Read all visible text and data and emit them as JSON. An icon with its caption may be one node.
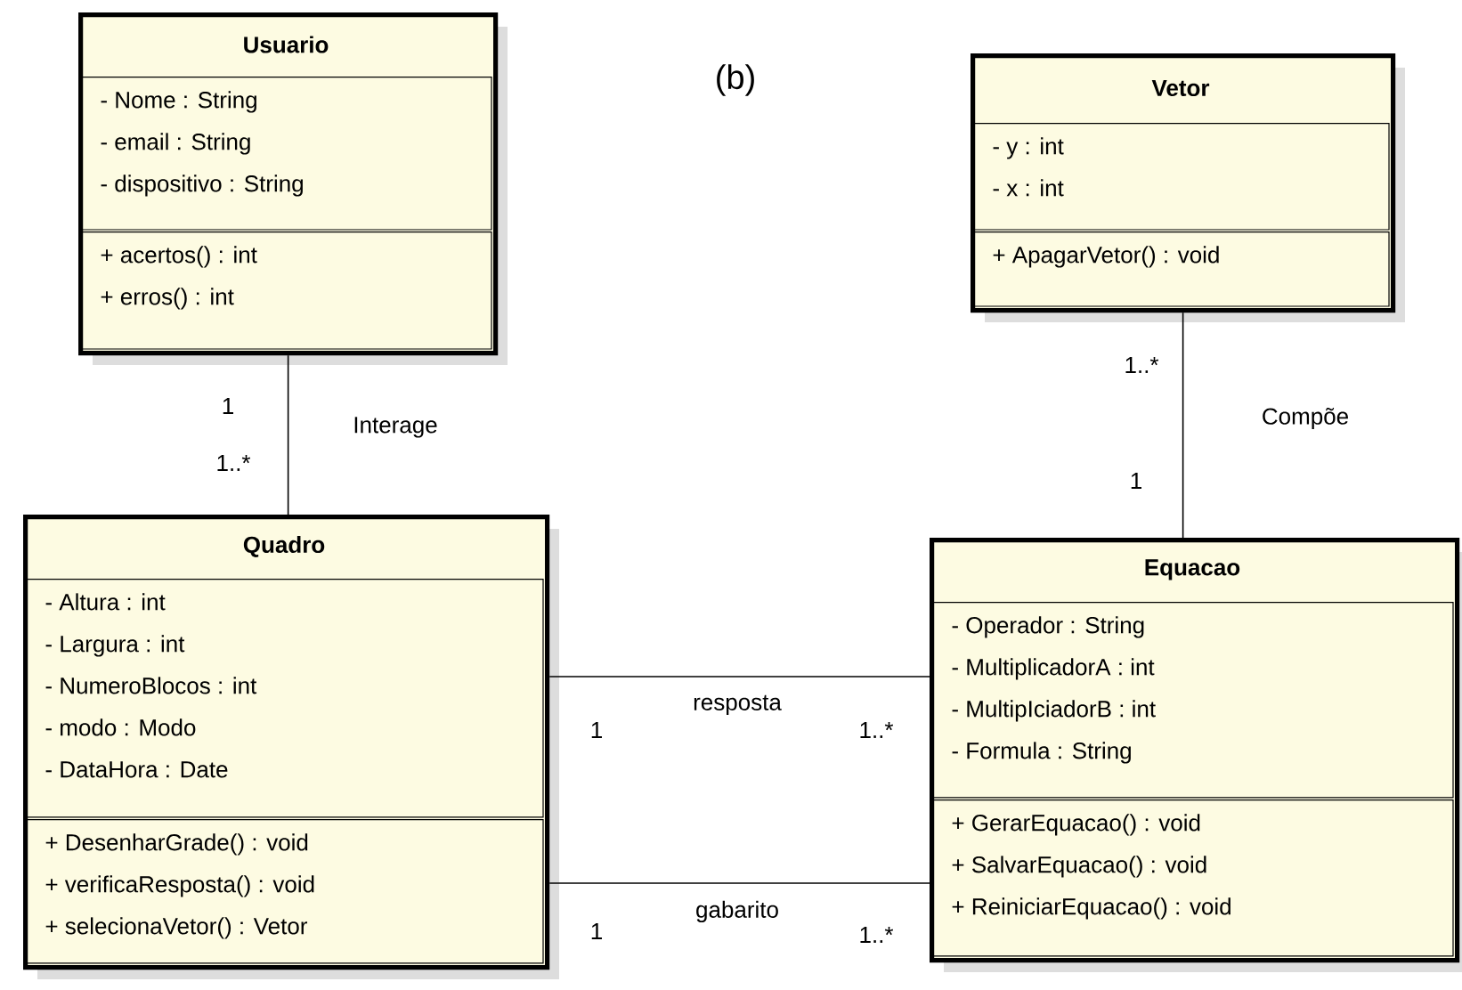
{
  "diagram": {
    "nodes": [
      {
        "text": [
          "Usuario"
        ]
      },
      {
        "text": [
          "- Nome : String",
          "- email : String",
          "- dispositivo : String"
        ],
        "in": 0
      },
      {
        "text": [
          "+ acertos() : int",
          "+ erros() : int"
        ],
        "in": 0
      },
      {
        "text": [
          "Vetor"
        ]
      },
      {
        "text": [
          "- y : int",
          "- x : int"
        ],
        "in": 3
      },
      {
        "text": [
          "+ ApagarVetor() : void"
        ],
        "in": 3
      },
      {
        "text": [
          "Quadro"
        ]
      },
      {
        "text": [
          "- Altura : int",
          "- Largura : int",
          "- NumeroBlocos : int",
          "- modo : Modo",
          "- DataHora : Date"
        ],
        "in": 6
      },
      {
        "text": [
          "+ DesenharGrade() : void",
          "+ verificaResposta() : void",
          "+ selecionaVetor() : Vetor"
        ],
        "in": 6
      },
      {
        "text": [
          "Equacao"
        ]
      },
      {
        "text": [
          "- Operador : String",
          "- MultiplicadorA : int",
          "- MultipIciadorB : int",
          "- Formula : String"
        ],
        "in": 9
      },
      {
        "text": [
          "+ GerarEquacao() : void",
          "+ SalvarEquacao() : void",
          "+ ReiniciarEquacao() : void"
        ],
        "in": 9
      }
    ],
    "edges": [
      {
        "from": 0,
        "to": 6,
        "arrow": "none",
        "label": "Interage"
      },
      {
        "from": 3,
        "to": 9,
        "arrow": "none",
        "label": "Compõe"
      },
      {
        "from": 6,
        "to": 9,
        "arrow": "none",
        "label": "resposta"
      },
      {
        "from": 6,
        "to": 9,
        "arrow": "none",
        "label": "gabarito"
      }
    ],
    "labels": [
      "(b)",
      "1",
      "1..*",
      "1..*",
      "1",
      "1",
      "1..*",
      "1",
      "1..*"
    ]
  }
}
